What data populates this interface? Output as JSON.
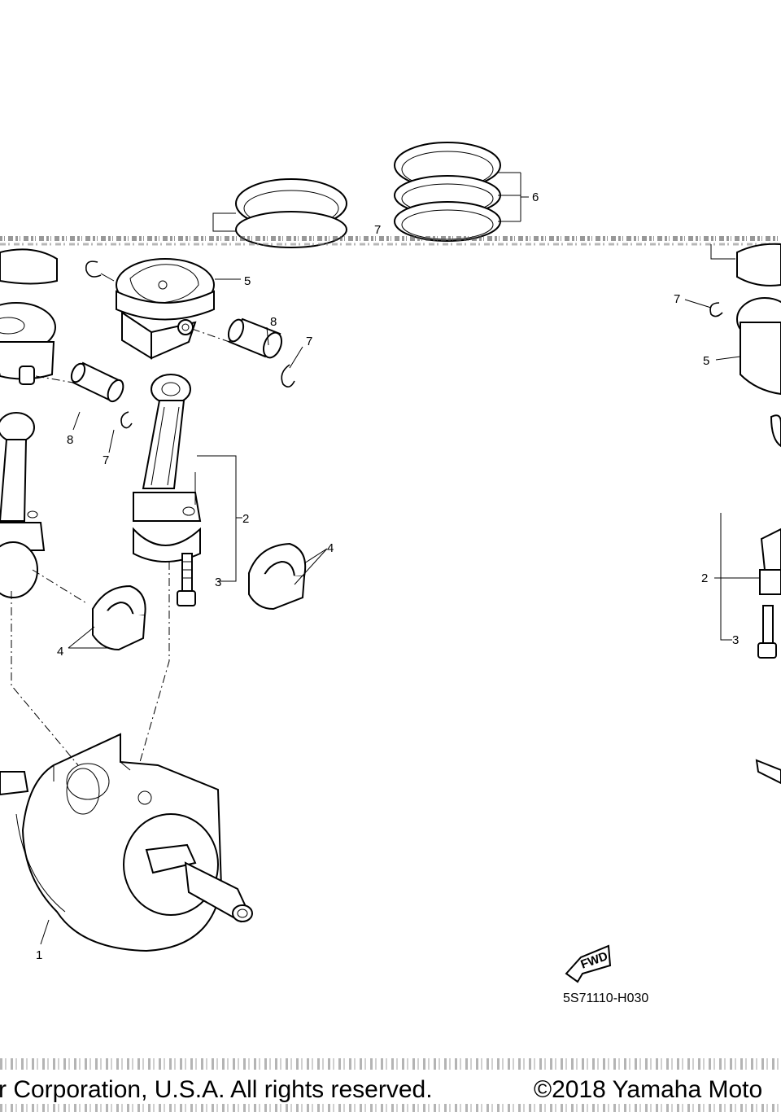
{
  "callouts": [
    "1",
    "2",
    "3",
    "4",
    "5",
    "6",
    "7",
    "8"
  ],
  "fwd_label": "FWD",
  "diagram_id": "5S71110-H030",
  "copyright_left": "r Corporation, U.S.A. All rights reserved.",
  "copyright_right": "©2018 Yamaha Moto"
}
